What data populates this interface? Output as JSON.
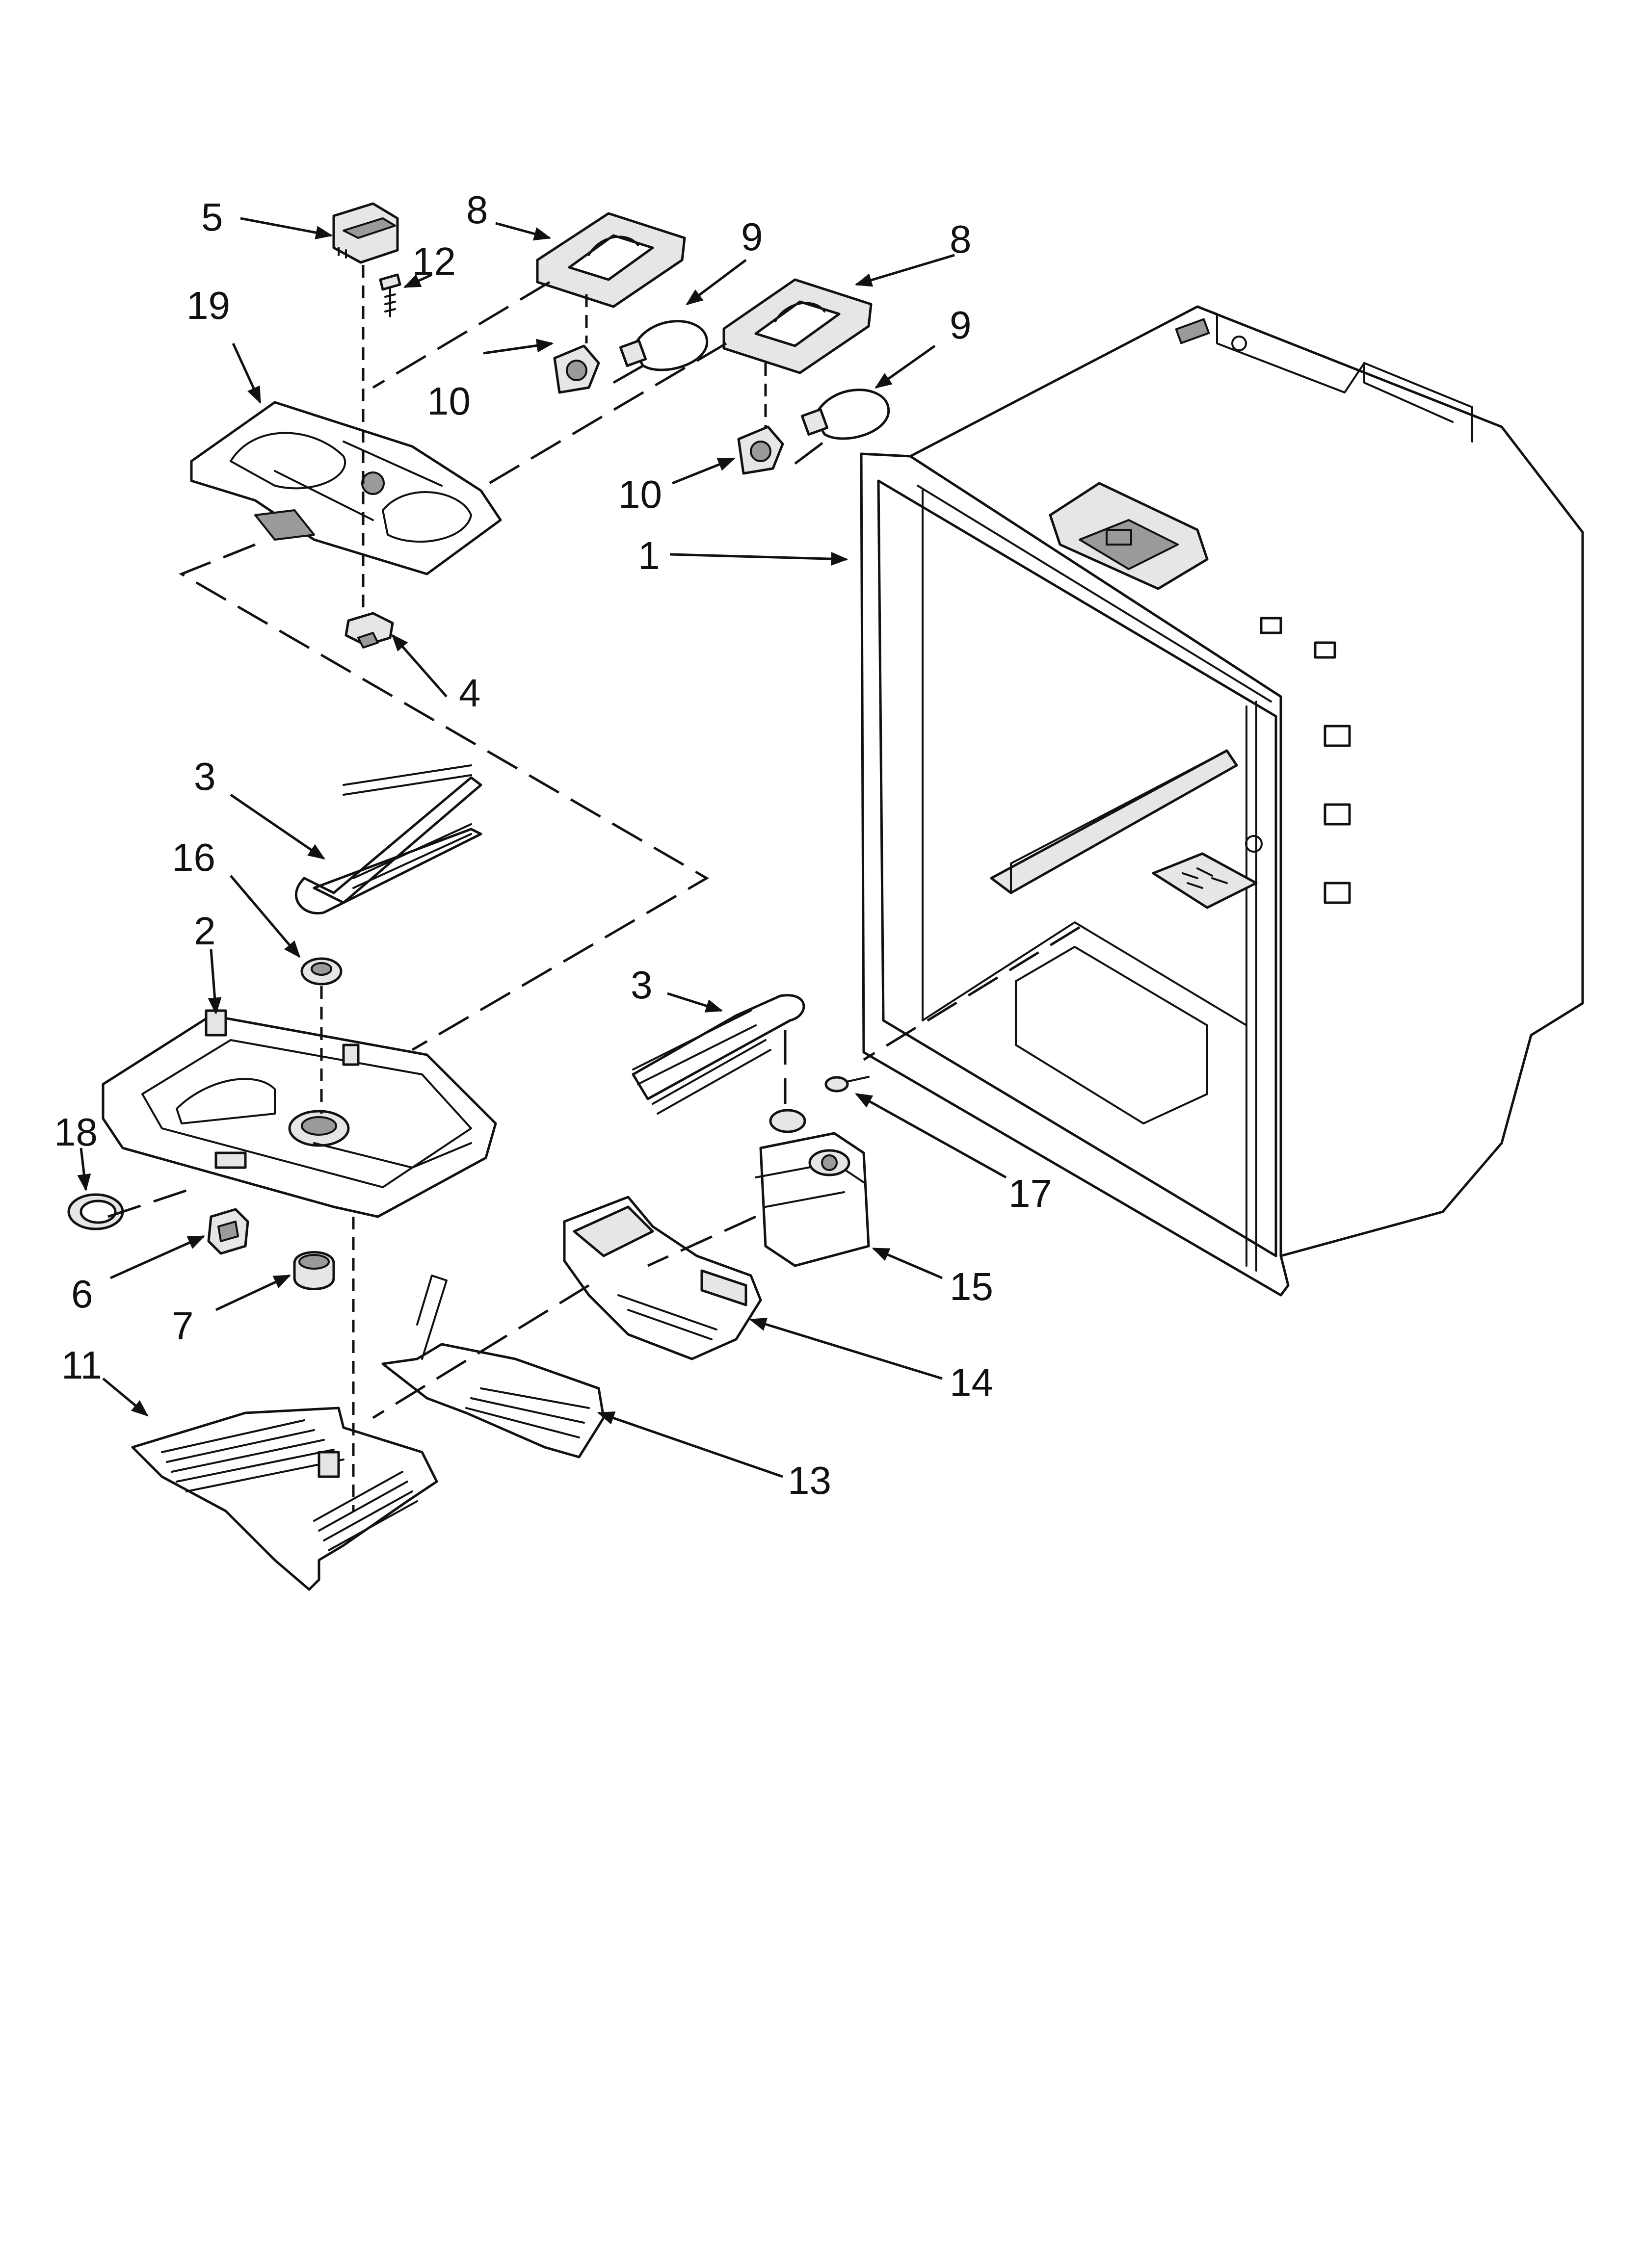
{
  "diagram": {
    "callouts": [
      {
        "id": "c5",
        "label": "5"
      },
      {
        "id": "c12",
        "label": "12"
      },
      {
        "id": "c19",
        "label": "19"
      },
      {
        "id": "c8a",
        "label": "8"
      },
      {
        "id": "c9a",
        "label": "9"
      },
      {
        "id": "c10a",
        "label": "10"
      },
      {
        "id": "c8b",
        "label": "8"
      },
      {
        "id": "c9b",
        "label": "9"
      },
      {
        "id": "c10b",
        "label": "10"
      },
      {
        "id": "c1",
        "label": "1"
      },
      {
        "id": "c4",
        "label": "4"
      },
      {
        "id": "c3a",
        "label": "3"
      },
      {
        "id": "c16",
        "label": "16"
      },
      {
        "id": "c2",
        "label": "2"
      },
      {
        "id": "c18",
        "label": "18"
      },
      {
        "id": "c6",
        "label": "6"
      },
      {
        "id": "c7",
        "label": "7"
      },
      {
        "id": "c11",
        "label": "11"
      },
      {
        "id": "c3b",
        "label": "3"
      },
      {
        "id": "c17",
        "label": "17"
      },
      {
        "id": "c15",
        "label": "15"
      },
      {
        "id": "c14",
        "label": "14"
      },
      {
        "id": "c13",
        "label": "13"
      }
    ]
  }
}
